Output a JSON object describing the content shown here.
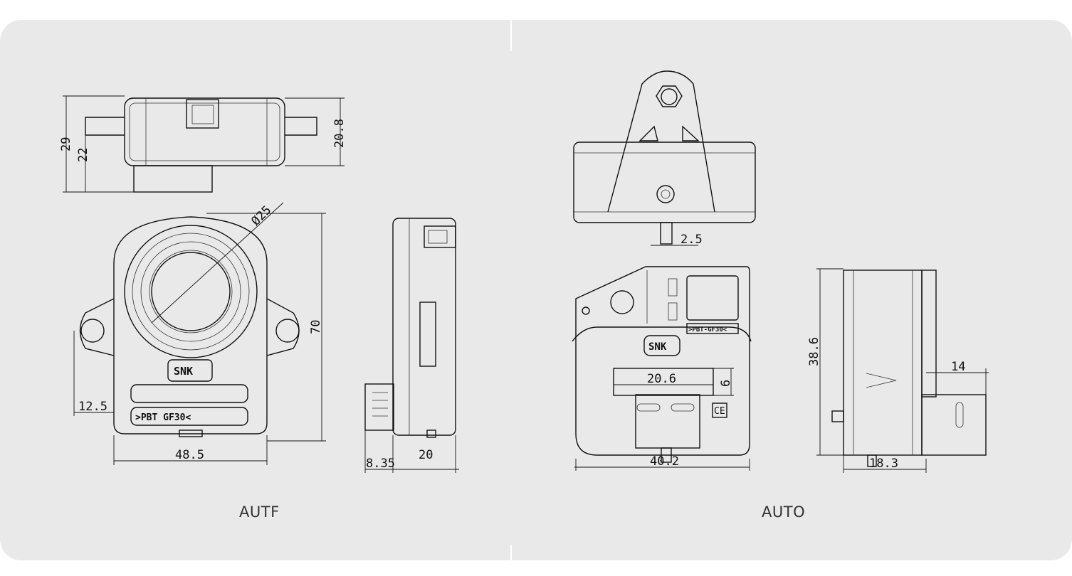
{
  "colors": {
    "background": "#e9e9e9",
    "line": "#111111",
    "page": "#ffffff"
  },
  "left": {
    "caption": "AUTF",
    "dimensions": {
      "d29": "29",
      "d22": "22",
      "d20_8": "20.8",
      "d25": "Ø25",
      "d70": "70",
      "d12_5": "12.5",
      "d48_5": "48.5",
      "d8_35": "8.35",
      "d20": "20"
    },
    "labels": {
      "logo": "SNK",
      "material": ">PBT GF30<"
    }
  },
  "right": {
    "caption": "AUTO",
    "dimensions": {
      "d2_5": "2.5",
      "d20_6": "20.6",
      "d6": "6",
      "d40_2": "40.2",
      "d38_6": "38.6",
      "d14": "14",
      "d18_3": "18.3"
    },
    "labels": {
      "logo": "SNK",
      "material": ">PBT-GF30<",
      "ce": "CE"
    }
  }
}
